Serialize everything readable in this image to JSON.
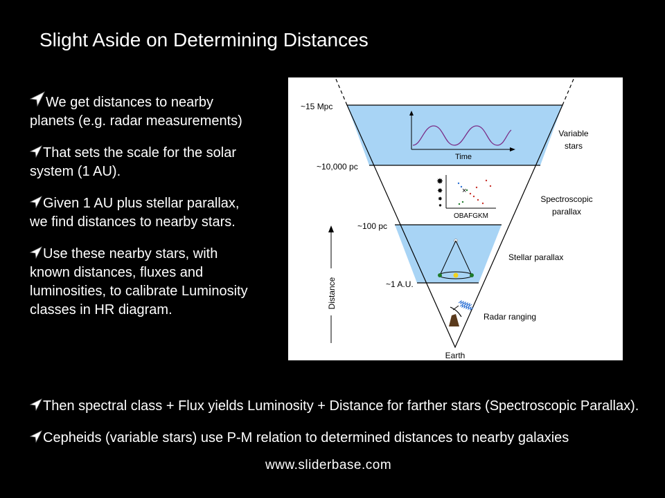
{
  "title": "Slight Aside on Determining Distances",
  "bullets_top": [
    "We get distances to nearby planets (e.g. radar measurements)",
    "That sets the scale for the solar system (1 AU).",
    "Given 1 AU  plus stellar parallax, we find distances to nearby stars.",
    "Use these nearby stars, with known distances, fluxes and luminosities, to calibrate Luminosity classes in HR diagram."
  ],
  "bullets_bottom": [
    "Then spectral class + Flux  yields  Luminosity + Distance for farther stars (Spectroscopic Parallax).",
    "Cepheids (variable stars) use P-M relation to determined distances to nearby galaxies"
  ],
  "watermark": "www.sliderbase.com",
  "diagram": {
    "distance_marks": [
      "~15 Mpc",
      "~10,000 pc",
      "~100 pc",
      "~1 A.U."
    ],
    "methods": {
      "variable_stars_line1": "Variable",
      "variable_stars_line2": "stars",
      "spectroscopic_line1": "Spectroscopic",
      "spectroscopic_line2": "parallax",
      "stellar_parallax": "Stellar parallax",
      "radar": "Radar ranging"
    },
    "axis_label": "Distance",
    "time_label": "Time",
    "spectral_label": "OBAFGKM",
    "base_label": "Earth",
    "colors": {
      "band": "#a8d4f5",
      "curve": "#7a2d86",
      "earth": "#1e7a2a",
      "sun": "#f2d21a",
      "dish": "#5a3a1c"
    }
  }
}
